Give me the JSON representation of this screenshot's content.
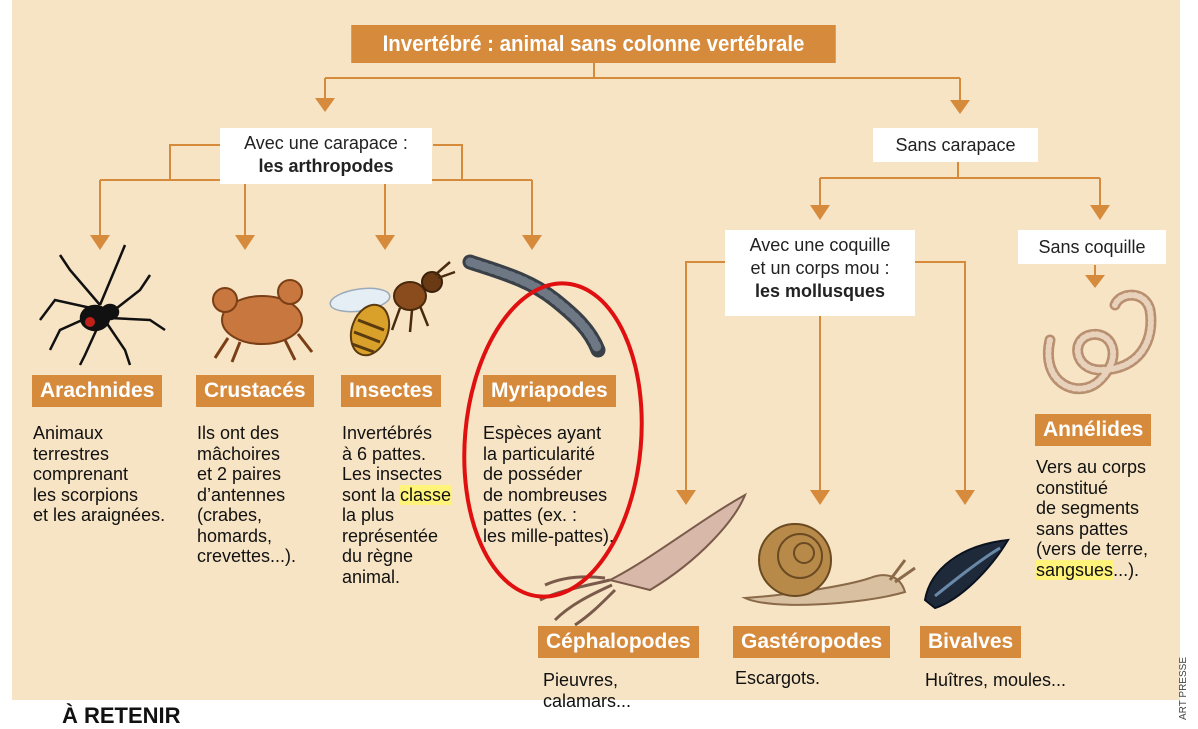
{
  "header": "Invertébré : animal sans colonne vertébrale",
  "carapace_box": {
    "line1": "Avec une carapace :",
    "line2": "les arthropodes"
  },
  "sans_carapace": "Sans carapace",
  "coquille_box": {
    "line1": "Avec une coquille",
    "line2": "et un corps mou :",
    "line3": "les mollusques"
  },
  "sans_coquille": "Sans coquille",
  "groups": {
    "arachnides": {
      "label": "Arachnides",
      "desc": "Animaux\nterrestres\ncomprenant\nles scorpions\net les araignées."
    },
    "crustaces": {
      "label": "Crustacés",
      "desc": "Ils ont des\nmâchoires\net 2 paires\nd’antennes\n(crabes,\nhomards,\ncrevettes...)."
    },
    "insectes": {
      "label": "Insectes",
      "desc_a": "Invertébrés\nà 6 pattes.\nLes insectes\nsont la ",
      "desc_hl": "classe",
      "desc_b": "\nla plus\nreprésentée\ndu règne\nanimal."
    },
    "myriapodes": {
      "label": "Myriapodes",
      "desc": "Espèces ayant\nla particularité\nde posséder\nde nombreuses\npattes (ex. :\nles mille-pattes)."
    },
    "annelides": {
      "label": "Annélides",
      "desc_a": "Vers au corps\nconstitué\nde segments\nsans pattes\n(vers de terre,\n",
      "desc_hl": "sangsues",
      "desc_b": "...)."
    },
    "cephalopodes": {
      "label": "Céphalopodes",
      "desc": "Pieuvres,\ncalamars..."
    },
    "gasteropodes": {
      "label": "Gastéropodes",
      "desc": "Escargots."
    },
    "bivalves": {
      "label": "Bivalves",
      "desc": "Huîtres, moules..."
    }
  },
  "footer": "À RETENIR",
  "credit": "ART PRESSE",
  "colors": {
    "background": "#f7e4c4",
    "accent": "#d68a3c",
    "annotation": "#e01010"
  }
}
